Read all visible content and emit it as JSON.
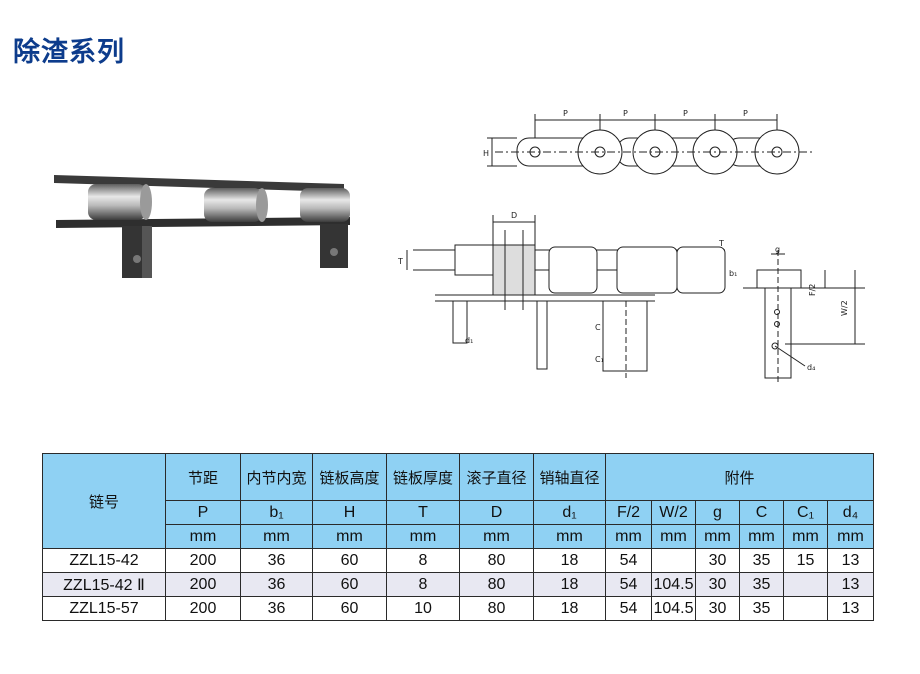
{
  "page": {
    "title": "除渣系列"
  },
  "drawing_labels": {
    "p": "P",
    "h": "H",
    "d": "D",
    "t": "T",
    "b1": "b₁",
    "g": "g",
    "f2": "F/2",
    "w2": "W/2",
    "c": "C",
    "c1": "C₁",
    "d1": "d₁",
    "d4": "d₄"
  },
  "table": {
    "chain_no_label": "链号",
    "attachment_label": "附件",
    "headers_cn": [
      "节距",
      "内节内宽",
      "链板高度",
      "链板厚度",
      "滚子直径",
      "销轴直径"
    ],
    "symbols": [
      "P",
      "b₁",
      "H",
      "T",
      "D",
      "d₁",
      "F/2",
      "W/2",
      "g",
      "C",
      "C₁",
      "d₄"
    ],
    "units": [
      "mm",
      "mm",
      "mm",
      "mm",
      "mm",
      "mm",
      "mm",
      "mm",
      "mm",
      "mm",
      "mm",
      "mm"
    ],
    "rows": [
      [
        "ZZL15-42",
        "200",
        "36",
        "60",
        "8",
        "80",
        "18",
        "54",
        "",
        "30",
        "35",
        "15",
        "13"
      ],
      [
        "ZZL15-42 Ⅱ",
        "200",
        "36",
        "60",
        "8",
        "80",
        "18",
        "54",
        "104.5",
        "30",
        "35",
        "",
        "13"
      ],
      [
        "ZZL15-57",
        "200",
        "36",
        "60",
        "10",
        "80",
        "18",
        "54",
        "104.5",
        "30",
        "35",
        "",
        "13"
      ]
    ]
  }
}
